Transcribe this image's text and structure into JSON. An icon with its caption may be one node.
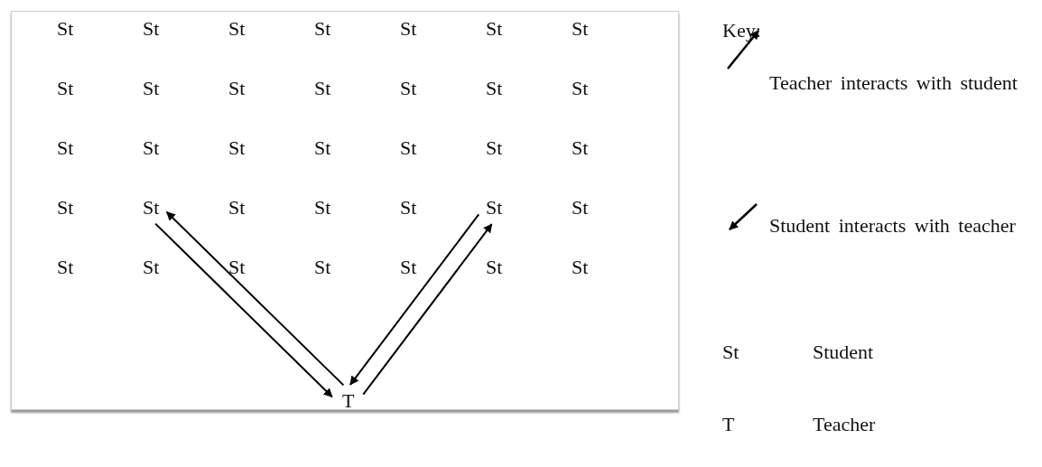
{
  "diagram": {
    "nodes": [
      {
        "text": [
          "St"
        ]
      },
      {
        "text": [
          "St"
        ]
      },
      {
        "text": [
          "St"
        ]
      },
      {
        "text": [
          "St"
        ]
      },
      {
        "text": [
          "St"
        ]
      },
      {
        "text": [
          "St"
        ]
      },
      {
        "text": [
          "St"
        ]
      },
      {
        "text": [
          "St"
        ]
      },
      {
        "text": [
          "St"
        ]
      },
      {
        "text": [
          "St"
        ]
      },
      {
        "text": [
          "St"
        ]
      },
      {
        "text": [
          "St"
        ]
      },
      {
        "text": [
          "St"
        ]
      },
      {
        "text": [
          "St"
        ]
      },
      {
        "text": [
          "St"
        ]
      },
      {
        "text": [
          "St"
        ]
      },
      {
        "text": [
          "St"
        ]
      },
      {
        "text": [
          "St"
        ]
      },
      {
        "text": [
          "St"
        ]
      },
      {
        "text": [
          "St"
        ]
      },
      {
        "text": [
          "St"
        ]
      },
      {
        "text": [
          "St"
        ]
      },
      {
        "text": [
          "St"
        ]
      },
      {
        "text": [
          "St"
        ]
      },
      {
        "text": [
          "St"
        ]
      },
      {
        "text": [
          "St"
        ]
      },
      {
        "text": [
          "St"
        ]
      },
      {
        "text": [
          "St"
        ]
      },
      {
        "text": [
          "St"
        ]
      },
      {
        "text": [
          "St"
        ]
      },
      {
        "text": [
          "St"
        ]
      },
      {
        "text": [
          "St"
        ]
      },
      {
        "text": [
          "St"
        ]
      },
      {
        "text": [
          "St"
        ]
      },
      {
        "text": [
          "St"
        ]
      },
      {
        "text": [
          "T"
        ]
      }
    ],
    "edges": [
      {
        "from": 35,
        "to": 22,
        "arrow": "to"
      },
      {
        "from": 22,
        "to": 35,
        "arrow": "to"
      },
      {
        "from": 35,
        "to": 26,
        "arrow": "to"
      },
      {
        "from": 26,
        "to": 35,
        "arrow": "to"
      }
    ],
    "labels": [
      "Key:",
      "St",
      "Student",
      "T",
      "Teacher"
    ],
    "legend": [
      {
        "text": "Teacher interacts with student"
      },
      {
        "text": "Student interacts with teacher"
      }
    ]
  }
}
